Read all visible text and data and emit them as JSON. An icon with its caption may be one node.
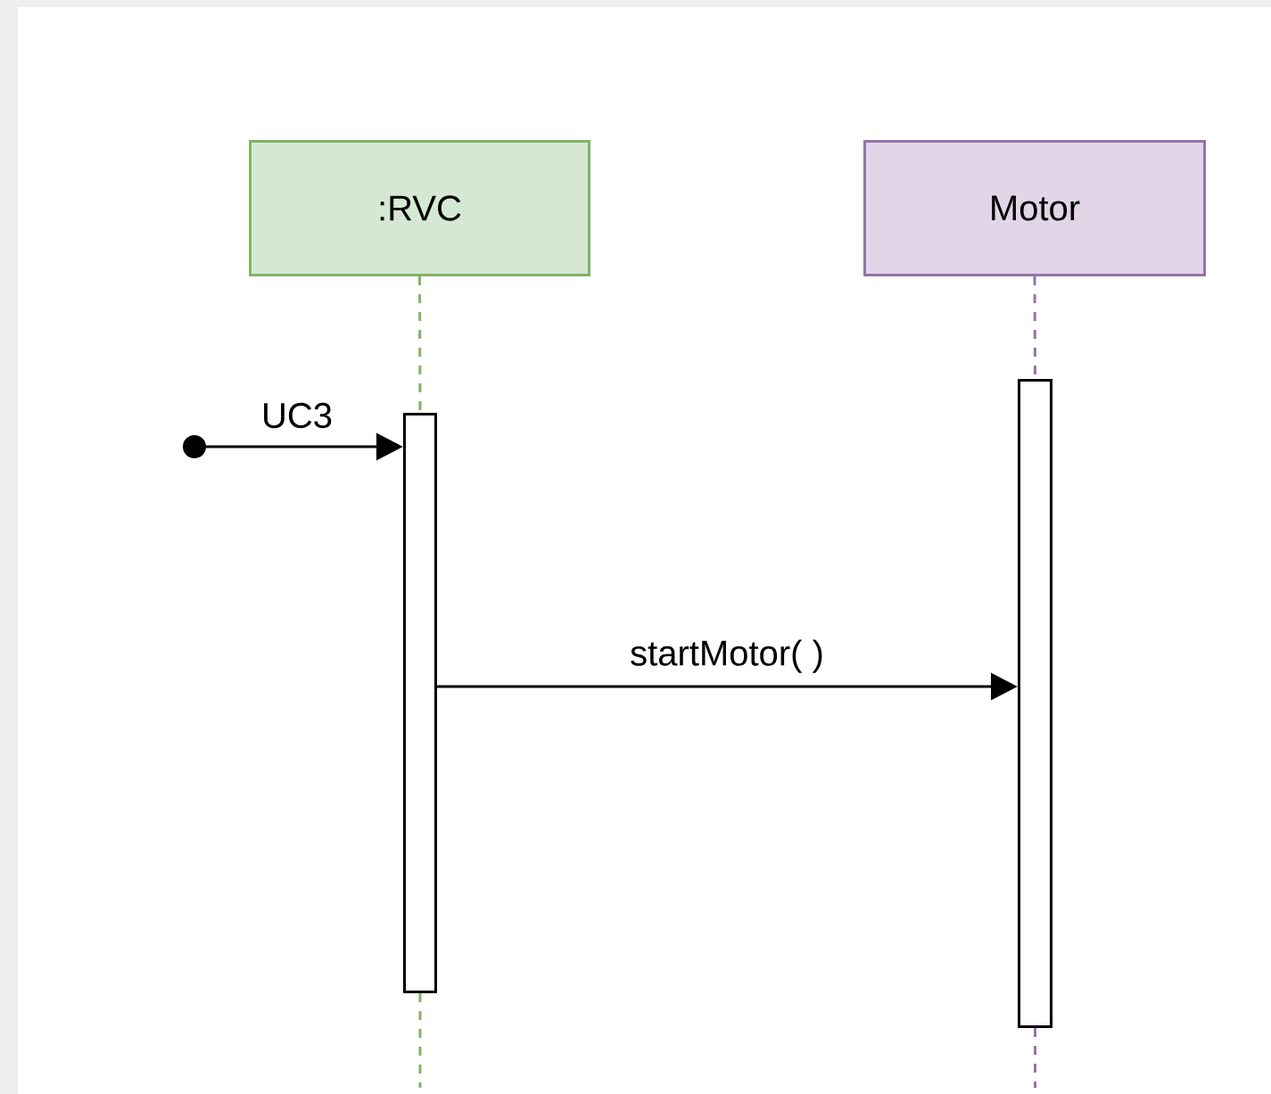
{
  "diagram": {
    "nodes": [
      {
        "text": [
          ":RVC"
        ]
      },
      {
        "text": [
          "Motor"
        ]
      },
      {
        "text": [],
        "shape": "bar"
      },
      {
        "text": [],
        "shape": "bar"
      },
      {
        "text": [],
        "shape": "circle"
      }
    ],
    "edges": [
      {
        "from": 0,
        "to": 2,
        "arrow": "none",
        "style": "dashed",
        "color": "#82b366"
      },
      {
        "from": 2,
        "to": null,
        "arrow": "none",
        "style": "dashed",
        "color": "#82b366"
      },
      {
        "from": 1,
        "to": 3,
        "arrow": "none",
        "style": "dashed",
        "color": "#9673a6"
      },
      {
        "from": 3,
        "to": null,
        "arrow": "none",
        "style": "dashed",
        "color": "#9673a6"
      },
      {
        "from": 4,
        "to": 2,
        "arrow": "to",
        "label": "UC3",
        "color": "#000000"
      },
      {
        "from": 2,
        "to": 3,
        "arrow": "to",
        "label": "startMotor( )",
        "color": "#000000"
      }
    ]
  }
}
